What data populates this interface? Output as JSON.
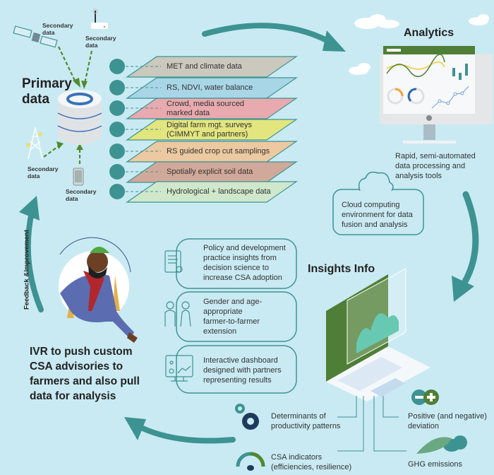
{
  "primary": {
    "title_line1": "Primary",
    "title_line2": "data",
    "secondary_sources": [
      {
        "icon": "satellite-icon",
        "line1": "Secondary",
        "line2": "data"
      },
      {
        "icon": "router-icon",
        "line1": "Secondary",
        "line2": "data"
      },
      {
        "icon": "cell-tower-icon",
        "line1": "Secondary",
        "line2": "data"
      },
      {
        "icon": "smartphone-icon",
        "line1": "Secondary",
        "line2": "data"
      }
    ],
    "layers": [
      {
        "icon": "thermometer-icon",
        "line1": "MET and climate data",
        "line2": "",
        "color": "#cbc8bd"
      },
      {
        "icon": "raindrops-icon",
        "line1": "RS, NDVI, water balance",
        "line2": "",
        "color": "#a9d6e6"
      },
      {
        "icon": "megaphone-icon",
        "line1": "Crowd, media sourced",
        "line2": "marked data",
        "color": "#e8aaae"
      },
      {
        "icon": "clipboard-icon",
        "line1": "Digital farm mgt. surveys",
        "line2": "(CIMMYT and partners)",
        "color": "#e3e57e"
      },
      {
        "icon": "wheat-icon",
        "line1": "RS guided crop cut samplings",
        "line2": "",
        "color": "#ecc9a0"
      },
      {
        "icon": "soil-icon",
        "line1": "Spotially explicit soil data",
        "line2": "",
        "color": "#d1a99a"
      },
      {
        "icon": "co2-tree-icon",
        "line1": "Hydrological + landscape data",
        "line2": "",
        "color": "#cfe8cc"
      }
    ]
  },
  "analytics": {
    "title": "Analytics",
    "description": [
      "Rapid, semi-automated",
      "data processing and",
      "analysis tools"
    ],
    "cloud_box": [
      "Cloud computing",
      "environment for data",
      "fusion and analysis"
    ]
  },
  "insights": {
    "title": "Insights Info",
    "cards": [
      {
        "icon": "certificate-icon",
        "lines": [
          "Policy and development",
          "practice insights from",
          "decision science to",
          "increase CSA adoption"
        ]
      },
      {
        "icon": "people-icon",
        "lines": [
          "Gender and age-",
          "appropriate",
          "farmer-to-farmer",
          "extension"
        ]
      },
      {
        "icon": "dashboard-icon",
        "lines": [
          "Interactive dashboard",
          "designed with partners",
          "representing results"
        ]
      }
    ],
    "outputs": [
      {
        "icon": "gears-icon",
        "line1": "Determinants of",
        "line2": "productivity patterns"
      },
      {
        "icon": "gauge-icon",
        "line1": "CSA indicators",
        "line2": "(efficiencies, resilience)"
      },
      {
        "icon": "minus-plus-icon",
        "line1": "Positive (and negative)",
        "line2": "deviation"
      },
      {
        "icon": "leaf-cloud-icon",
        "line1": "GHG emissions",
        "line2": ""
      }
    ]
  },
  "ivr": {
    "lines": [
      "IVR to push custom",
      "CSA advisories to",
      "farmers and also pull",
      "data for analysis"
    ]
  },
  "feedback_label": "Feedback &improvement",
  "colors": {
    "background": "#c9eaf3",
    "teal": "#3d9392",
    "arrow_green": "#4f8a2e",
    "monitor_header": "#4f7f37"
  }
}
